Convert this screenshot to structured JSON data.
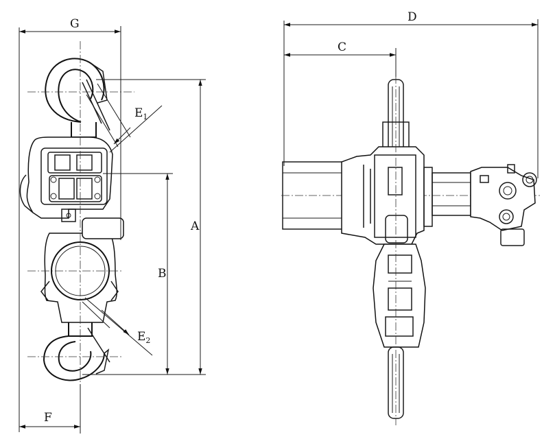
{
  "dimensions": {
    "A": "A",
    "B": "B",
    "C": "C",
    "D": "D",
    "E1": {
      "main": "E",
      "sub": "1"
    },
    "E2": {
      "main": "E",
      "sub": "2"
    },
    "F": "F",
    "G": "G"
  }
}
